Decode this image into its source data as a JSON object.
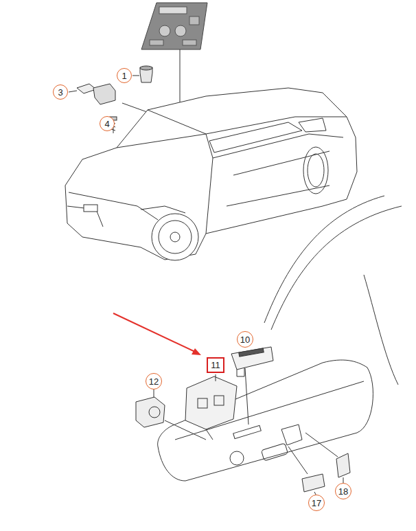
{
  "diagram": {
    "nodes": [
      {
        "text": [
          "1"
        ]
      },
      {
        "text": [
          "3"
        ]
      },
      {
        "text": [
          "4"
        ]
      },
      {
        "text": [
          "10"
        ]
      },
      {
        "text": [
          "11"
        ]
      },
      {
        "text": [
          "12"
        ]
      },
      {
        "text": [
          "17"
        ]
      },
      {
        "text": [
          "18"
        ]
      }
    ]
  }
}
